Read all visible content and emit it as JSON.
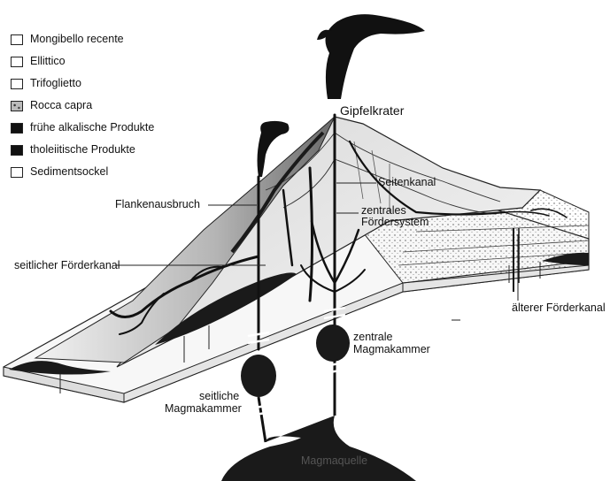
{
  "legend": [
    {
      "label": "Mongibello recente",
      "fill": "white"
    },
    {
      "label": "Ellittico",
      "fill": "white"
    },
    {
      "label": "Trifoglietto",
      "fill": "white"
    },
    {
      "label": "Rocca capra",
      "fill": "speckle"
    },
    {
      "label": "frühe alkalische Produkte",
      "fill": "black"
    },
    {
      "label": "tholeiitische Produkte",
      "fill": "black"
    },
    {
      "label": "Sedimentsockel",
      "fill": "white"
    }
  ],
  "labels": {
    "summit_crater": "Gipfelkrater",
    "side_channel": "Seitenkanal",
    "flank_eruption": "Flankenausbruch",
    "central_system_line1": "zentrales",
    "central_system_line2": "Fördersystem",
    "lateral_channel": "seitlicher Förderkanal",
    "older_channel": "älterer Förderkanal",
    "central_chamber_line1": "zentrale",
    "central_chamber_line2": "Magmakammer",
    "lateral_chamber_line1": "seitliche",
    "lateral_chamber_line2": "Magmakammer",
    "magma_reservoir": "Magmaquelle"
  },
  "colors": {
    "ink": "#111111",
    "dark_fill": "#1a1a1a",
    "shade": "#9a9a9a"
  }
}
